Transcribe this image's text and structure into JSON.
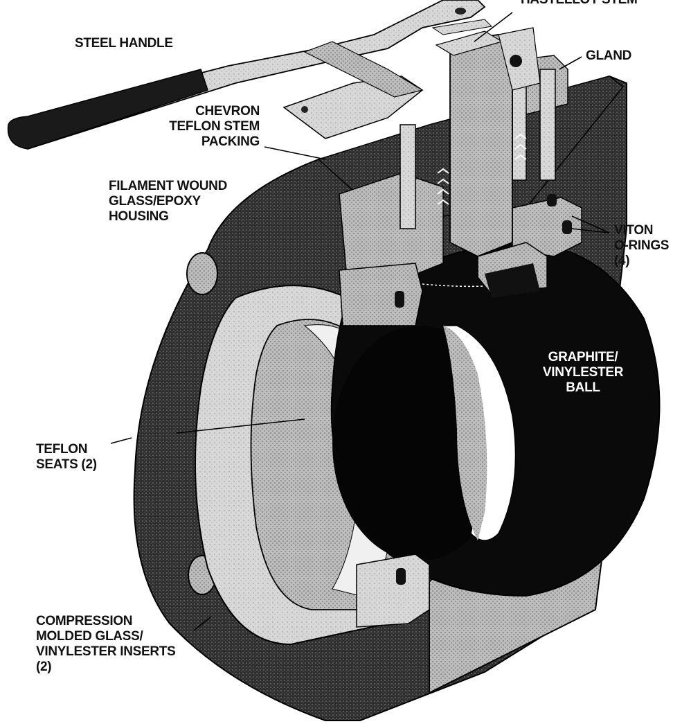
{
  "labels": {
    "hastelloy_stem": "HASTELLOY STEM",
    "steel_handle": "STEEL HANDLE",
    "gland": "GLAND",
    "chevron_packing": [
      "CHEVRON",
      "TEFLON STEM",
      "PACKING"
    ],
    "housing": [
      "FILAMENT WOUND",
      "GLASS/EPOXY",
      "HOUSING"
    ],
    "viton": [
      "VITON",
      "O-RINGS",
      "(4)"
    ],
    "ball": [
      "GRAPHITE/",
      "VINYLESTER",
      "BALL"
    ],
    "teflon_seats": [
      "TEFLON",
      "SEATS (2)"
    ],
    "inserts": [
      "COMPRESSION",
      "MOLDED GLASS/",
      "VINYLESTER INSERTS",
      "(2)"
    ]
  }
}
